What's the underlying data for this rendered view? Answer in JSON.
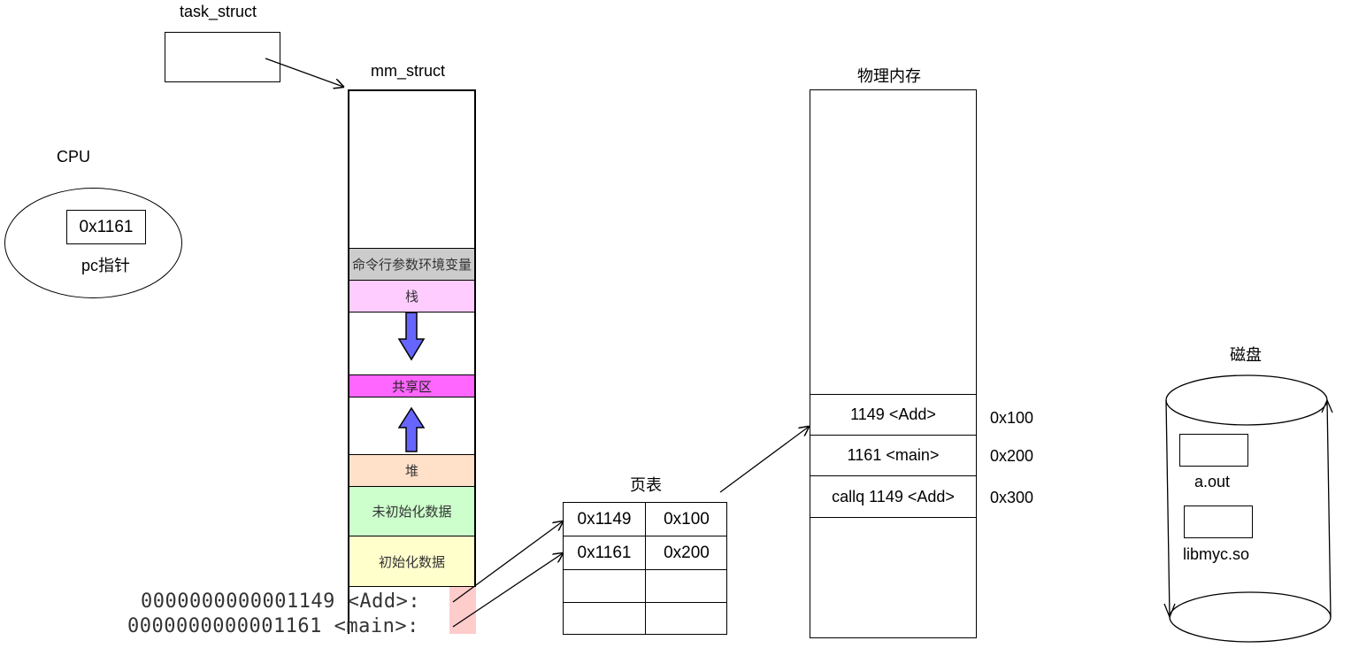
{
  "task_struct": {
    "label": "task_struct"
  },
  "cpu": {
    "label": "CPU",
    "register_value": "0x1161",
    "register_label": "pc指针"
  },
  "mm_struct": {
    "label": "mm_struct",
    "segments": {
      "args_env": "命令行参数环境变量",
      "stack": "栈",
      "shared": "共享区",
      "heap": "堆",
      "bss": "未初始化数据",
      "data": "初始化数据"
    },
    "colors": {
      "args_env": "#cccccc",
      "stack": "#ffccff",
      "shared": "#ff66ff",
      "heap": "#ffe0c8",
      "bss": "#ccffcc",
      "data": "#ffffcc",
      "code": "#ffcccc",
      "arrow": "#6666ff"
    }
  },
  "code": {
    "line1": "0000000000001149 <Add>:",
    "line2": "0000000000001161 <main>:"
  },
  "page_table": {
    "label": "页表",
    "rows": [
      {
        "virtual": "0x1149",
        "physical": "0x100"
      },
      {
        "virtual": "0x1161",
        "physical": "0x200"
      },
      {
        "virtual": "",
        "physical": ""
      },
      {
        "virtual": "",
        "physical": ""
      }
    ]
  },
  "physical_memory": {
    "label": "物理内存",
    "cells": [
      {
        "content": "1149 <Add>",
        "address": "0x100"
      },
      {
        "content": "1161 <main>",
        "address": "0x200"
      },
      {
        "content": "callq 1149 <Add>",
        "address": "0x300"
      }
    ]
  },
  "disk": {
    "label": "磁盘",
    "files": [
      "a.out",
      "libmyc.so"
    ]
  }
}
